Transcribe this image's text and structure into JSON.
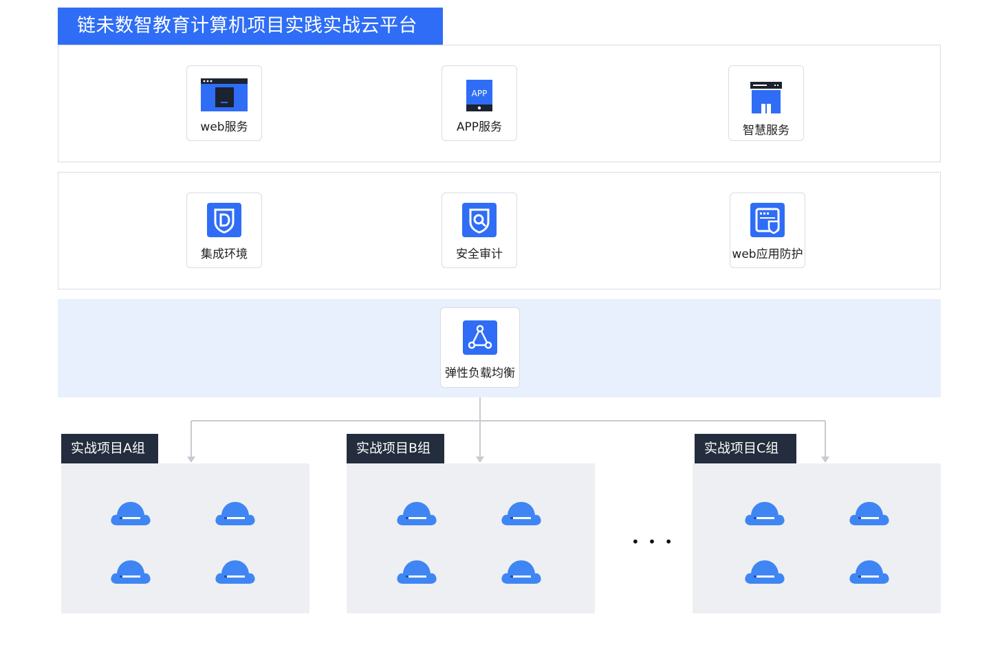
{
  "title": "链未数智教育计算机项目实践实战云平台",
  "services": [
    {
      "label": "web服务",
      "icon": "browser-window-icon"
    },
    {
      "label": "APP服务",
      "icon": "mobile-app-icon"
    },
    {
      "label": "智慧服务",
      "icon": "server-rack-icon"
    }
  ],
  "security": [
    {
      "label": "集成环境",
      "icon": "shield-d-icon"
    },
    {
      "label": "安全审计",
      "icon": "shield-search-icon"
    },
    {
      "label": "web应用防护",
      "icon": "web-shield-icon"
    }
  ],
  "load_balancer": {
    "label": "弹性负载均衡",
    "icon": "triangle-network-icon"
  },
  "groups": [
    {
      "label": "实战项目A组"
    },
    {
      "label": "实战项目B组"
    },
    {
      "label": "实战项目C组"
    }
  ],
  "ellipsis": "• • •",
  "colors": {
    "primary": "#2f6df6",
    "cloud": "#3f86f4",
    "light_band": "#e8f0fd",
    "group_tag": "#232d3d",
    "group_bg": "#eeeff2"
  }
}
